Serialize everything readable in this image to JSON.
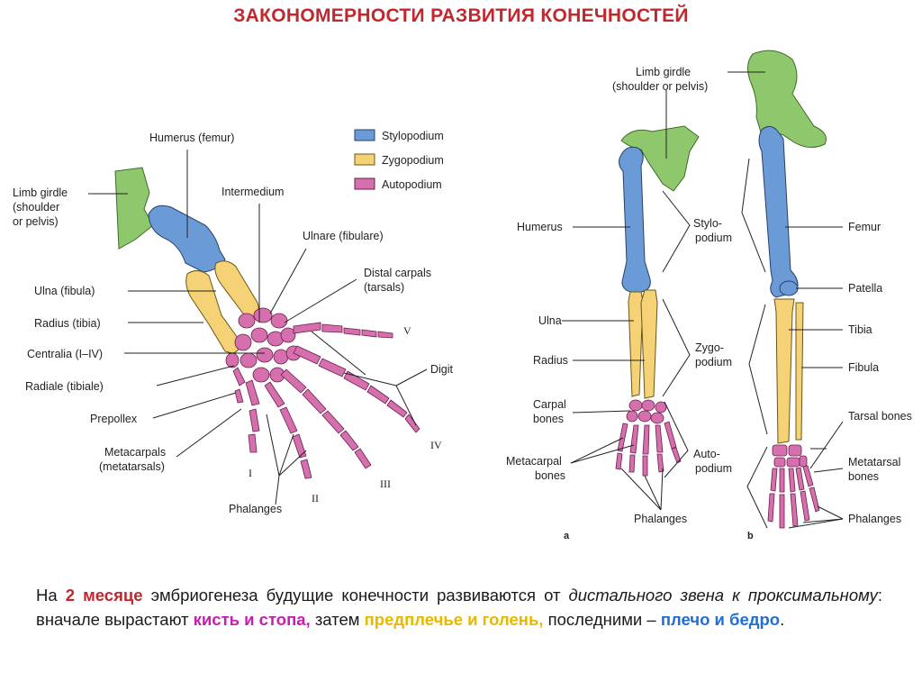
{
  "title": "ЗАКОНОМЕРНОСТИ РАЗВИТИЯ КОНЕЧНОСТЕЙ",
  "legend": [
    {
      "label": "Stylopodium",
      "color": "#6b9bd6"
    },
    {
      "label": "Zygopodium",
      "color": "#f5d276"
    },
    {
      "label": "Autopodium",
      "color": "#d56fae"
    }
  ],
  "left_diagram": {
    "limb_girdle": [
      "Limb girdle",
      "(shoulder",
      "or pelvis)"
    ],
    "humerus": "Humerus (femur)",
    "intermedium": "Intermedium",
    "ulnare": "Ulnare (fibulare)",
    "distal_carpals": [
      "Distal carpals",
      "(tarsals)"
    ],
    "ulna": "Ulna (fibula)",
    "radius": "Radius (tibia)",
    "centralia": "Centralia (I–IV)",
    "radiale": "Radiale (tibiale)",
    "prepollex": "Prepollex",
    "metacarpals": [
      "Metacarpals",
      "(metatarsals)"
    ],
    "phalanges": "Phalanges",
    "digit": "Digit",
    "roman": {
      "v": "V",
      "iv": "IV",
      "iii": "III",
      "ii": "II",
      "i": "I"
    }
  },
  "right_diagram": {
    "limb_girdle": [
      "Limb girdle",
      "(shoulder or pelvis)"
    ],
    "humerus": "Humerus",
    "ulna": "Ulna",
    "radius": "Radius",
    "carpal": [
      "Carpal",
      "bones"
    ],
    "metacarpal": [
      "Metacarpal",
      "bones"
    ],
    "phalanges_a": "Phalanges",
    "stylo": [
      "Stylo-",
      "podium"
    ],
    "zygo": [
      "Zygo-",
      "podium"
    ],
    "auto": [
      "Auto-",
      "podium"
    ],
    "femur": "Femur",
    "patella": "Patella",
    "tibia": "Tibia",
    "fibula": "Fibula",
    "tarsal": "Tarsal bones",
    "metatarsal": [
      "Metatarsal",
      "bones"
    ],
    "phalanges_b": "Phalanges",
    "panel_a": "a",
    "panel_b": "b"
  },
  "caption": {
    "p1": "На ",
    "h1": "2 месяце",
    "p2": " эмбриогенеза будущие конечности развиваются от ",
    "i1": "дистального звена к проксимальному",
    "p3": ": вначале вырастают ",
    "h2": "кисть и стопа,",
    "p4": " затем ",
    "h3": "предплечье и голень,",
    "p5": " последними – ",
    "h4": "плечо и бедро",
    "p6": "."
  }
}
